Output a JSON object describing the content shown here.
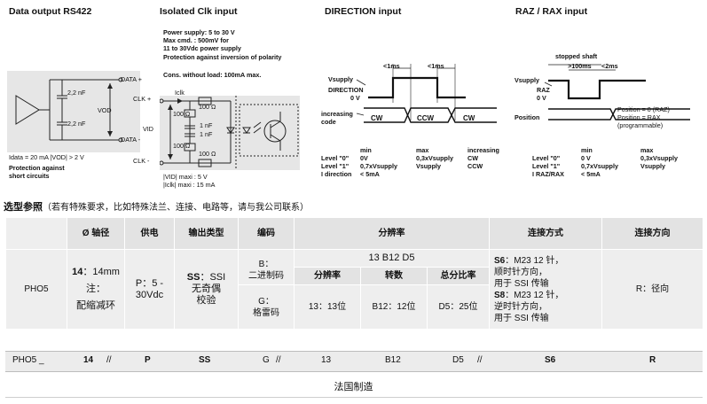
{
  "headers": {
    "data_output": "Data output RS422",
    "clk_input": "Isolated Clk input",
    "direction_input": "DIRECTION input",
    "raz_input": "RAZ / RAX input"
  },
  "data_output": {
    "data_plus": "DATA +",
    "data_minus": "DATA -",
    "cap1": "2,2 nF",
    "cap2": "2,2 nF",
    "vod": "VOD",
    "note1": "Idata = 20 mA |VOD| > 2 V",
    "note2": "Protection against",
    "note3": "short circuits"
  },
  "clk": {
    "spec_lines": [
      "Power supply: 5 to 30 V",
      "Max cmd. : 500mV for",
      "11 to 30Vdc power supply",
      "Protection against inversion of polarity",
      "Cons. without load: 100mA max."
    ],
    "clk_plus": "CLK +",
    "clk_minus": "CLK -",
    "iclk": "Iclk",
    "vid": "VID",
    "r1": "100 Ω",
    "r2": "100 Ω",
    "r3": "100 Ω",
    "r4": "100 Ω",
    "c1": "1 nF",
    "c2": "1 nF",
    "note1": "|VID| maxi : 5 V",
    "note2": "|Iclk| maxi : 15 mA"
  },
  "direction": {
    "vsupply": "Vsupply",
    "direction": "DIRECTION",
    "zero_v": "0 V",
    "t1": "<1ms",
    "t2": "<1ms",
    "increasing": "increasing",
    "code": "code",
    "cw1": "CW",
    "ccw": "CCW",
    "cw2": "CW",
    "table": {
      "labels": [
        "Level \"0\"",
        "Level \"1\"",
        "I direction"
      ],
      "min_header": "min",
      "max_header": "max",
      "inc_header": "increasing",
      "min": [
        "0V",
        "0,7xVsupply",
        "< 5mA"
      ],
      "max": [
        "0,3xVsupply",
        "Vsupply",
        ""
      ],
      "inc": [
        "CW",
        "CCW",
        ""
      ]
    }
  },
  "raz": {
    "stopped_shaft": "stopped shaft",
    "t_long": ">100ms",
    "t_short": "<2ms",
    "vsupply": "Vsupply",
    "raz": "RAZ",
    "zero_v": "0 V",
    "position": "Position",
    "pos1": "Position = 0 (RAZ)",
    "pos2": "Position = RAX",
    "pos3": "(programmable)",
    "table": {
      "labels": [
        "Level \"0\"",
        "Level \"1\"",
        "I RAZ/RAX"
      ],
      "min_header": "min",
      "max_header": "max",
      "min": [
        "0 V",
        "0,7xVsupply",
        "< 5mA"
      ],
      "max": [
        "0,3xVsupply",
        "Vsupply",
        ""
      ]
    }
  },
  "selection": {
    "title": "选型参照",
    "note": "（若有特殊要求，比如特殊法兰、连接、电路等，请与我公司联系）",
    "headers": {
      "shaft": "Ø 轴径",
      "power": "供电",
      "output": "输出类型",
      "code": "编码",
      "resolution": "分辨率",
      "connection": "连接方式",
      "direction": "连接方向"
    },
    "model": "PHO5",
    "shaft": {
      "code": "14",
      "value": "：14mm",
      "note1": "注：",
      "note2": "配缩减环"
    },
    "power": {
      "line1": "P：5 -",
      "line2": "30Vdc"
    },
    "output": {
      "code": "SS",
      "line1": "：SSI",
      "line2": "无奇偶",
      "line3": "校验"
    },
    "code": {
      "b_line1": "B：",
      "b_line2": "二进制码",
      "g_line1": "G：",
      "g_line2": "格雷码"
    },
    "resolution": {
      "example": "13 B12 D5",
      "sub_headers": [
        "分辨率",
        "转数",
        "总分比率"
      ],
      "values": [
        "13：13位",
        "B12：12位",
        "D5：25位"
      ]
    },
    "connection": {
      "s6_code": "S6",
      "s6_line1": "：M23 12 针，",
      "s6_line2": "顺时针方向，",
      "s6_line3": "用于 SSI 传输",
      "s8_code": "S8",
      "s8_line1": "：M23 12 针，",
      "s8_line2": "逆时针方向，",
      "s8_line3": "用于 SSI 传输"
    },
    "direction": "R：径向"
  },
  "code_row": {
    "model": "PHO5 _",
    "shaft": "14",
    "sep1": "//",
    "power": "P",
    "output": "SS",
    "code": "G",
    "sep2": "//",
    "resolution": "13",
    "turns": "B12",
    "ratio": "D5",
    "sep3": "//",
    "connection": "S6",
    "direction": "R"
  },
  "made_in": "法国制造"
}
